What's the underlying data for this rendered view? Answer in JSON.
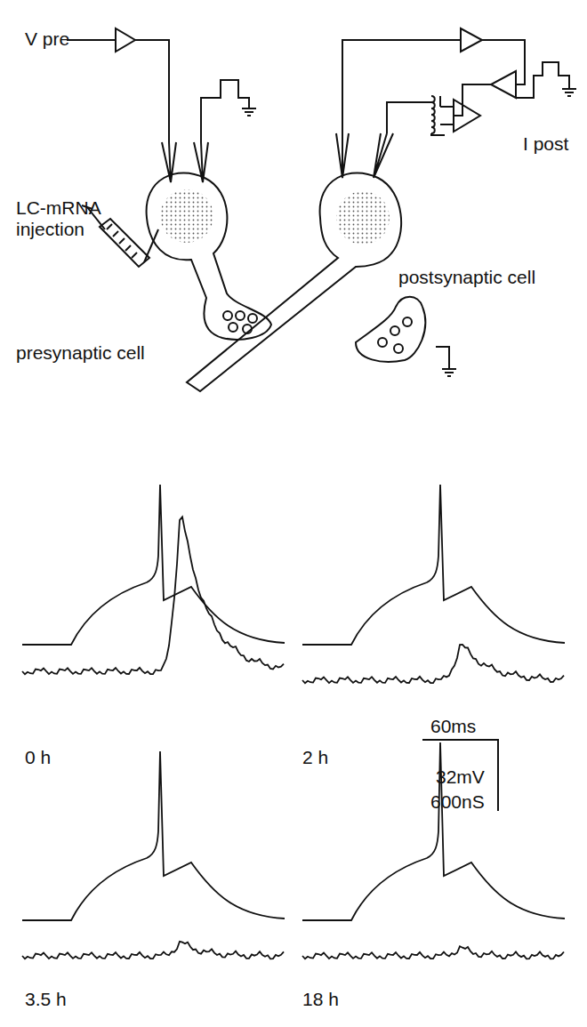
{
  "diagram": {
    "labels": [
      "V pre",
      "LC-mRNA injection",
      "I post",
      "presynaptic cell",
      "postsynaptic cell",
      "0 h",
      "2 h",
      "60ms",
      "32mV",
      "600nS",
      "3.5 h",
      "18 h"
    ]
  }
}
